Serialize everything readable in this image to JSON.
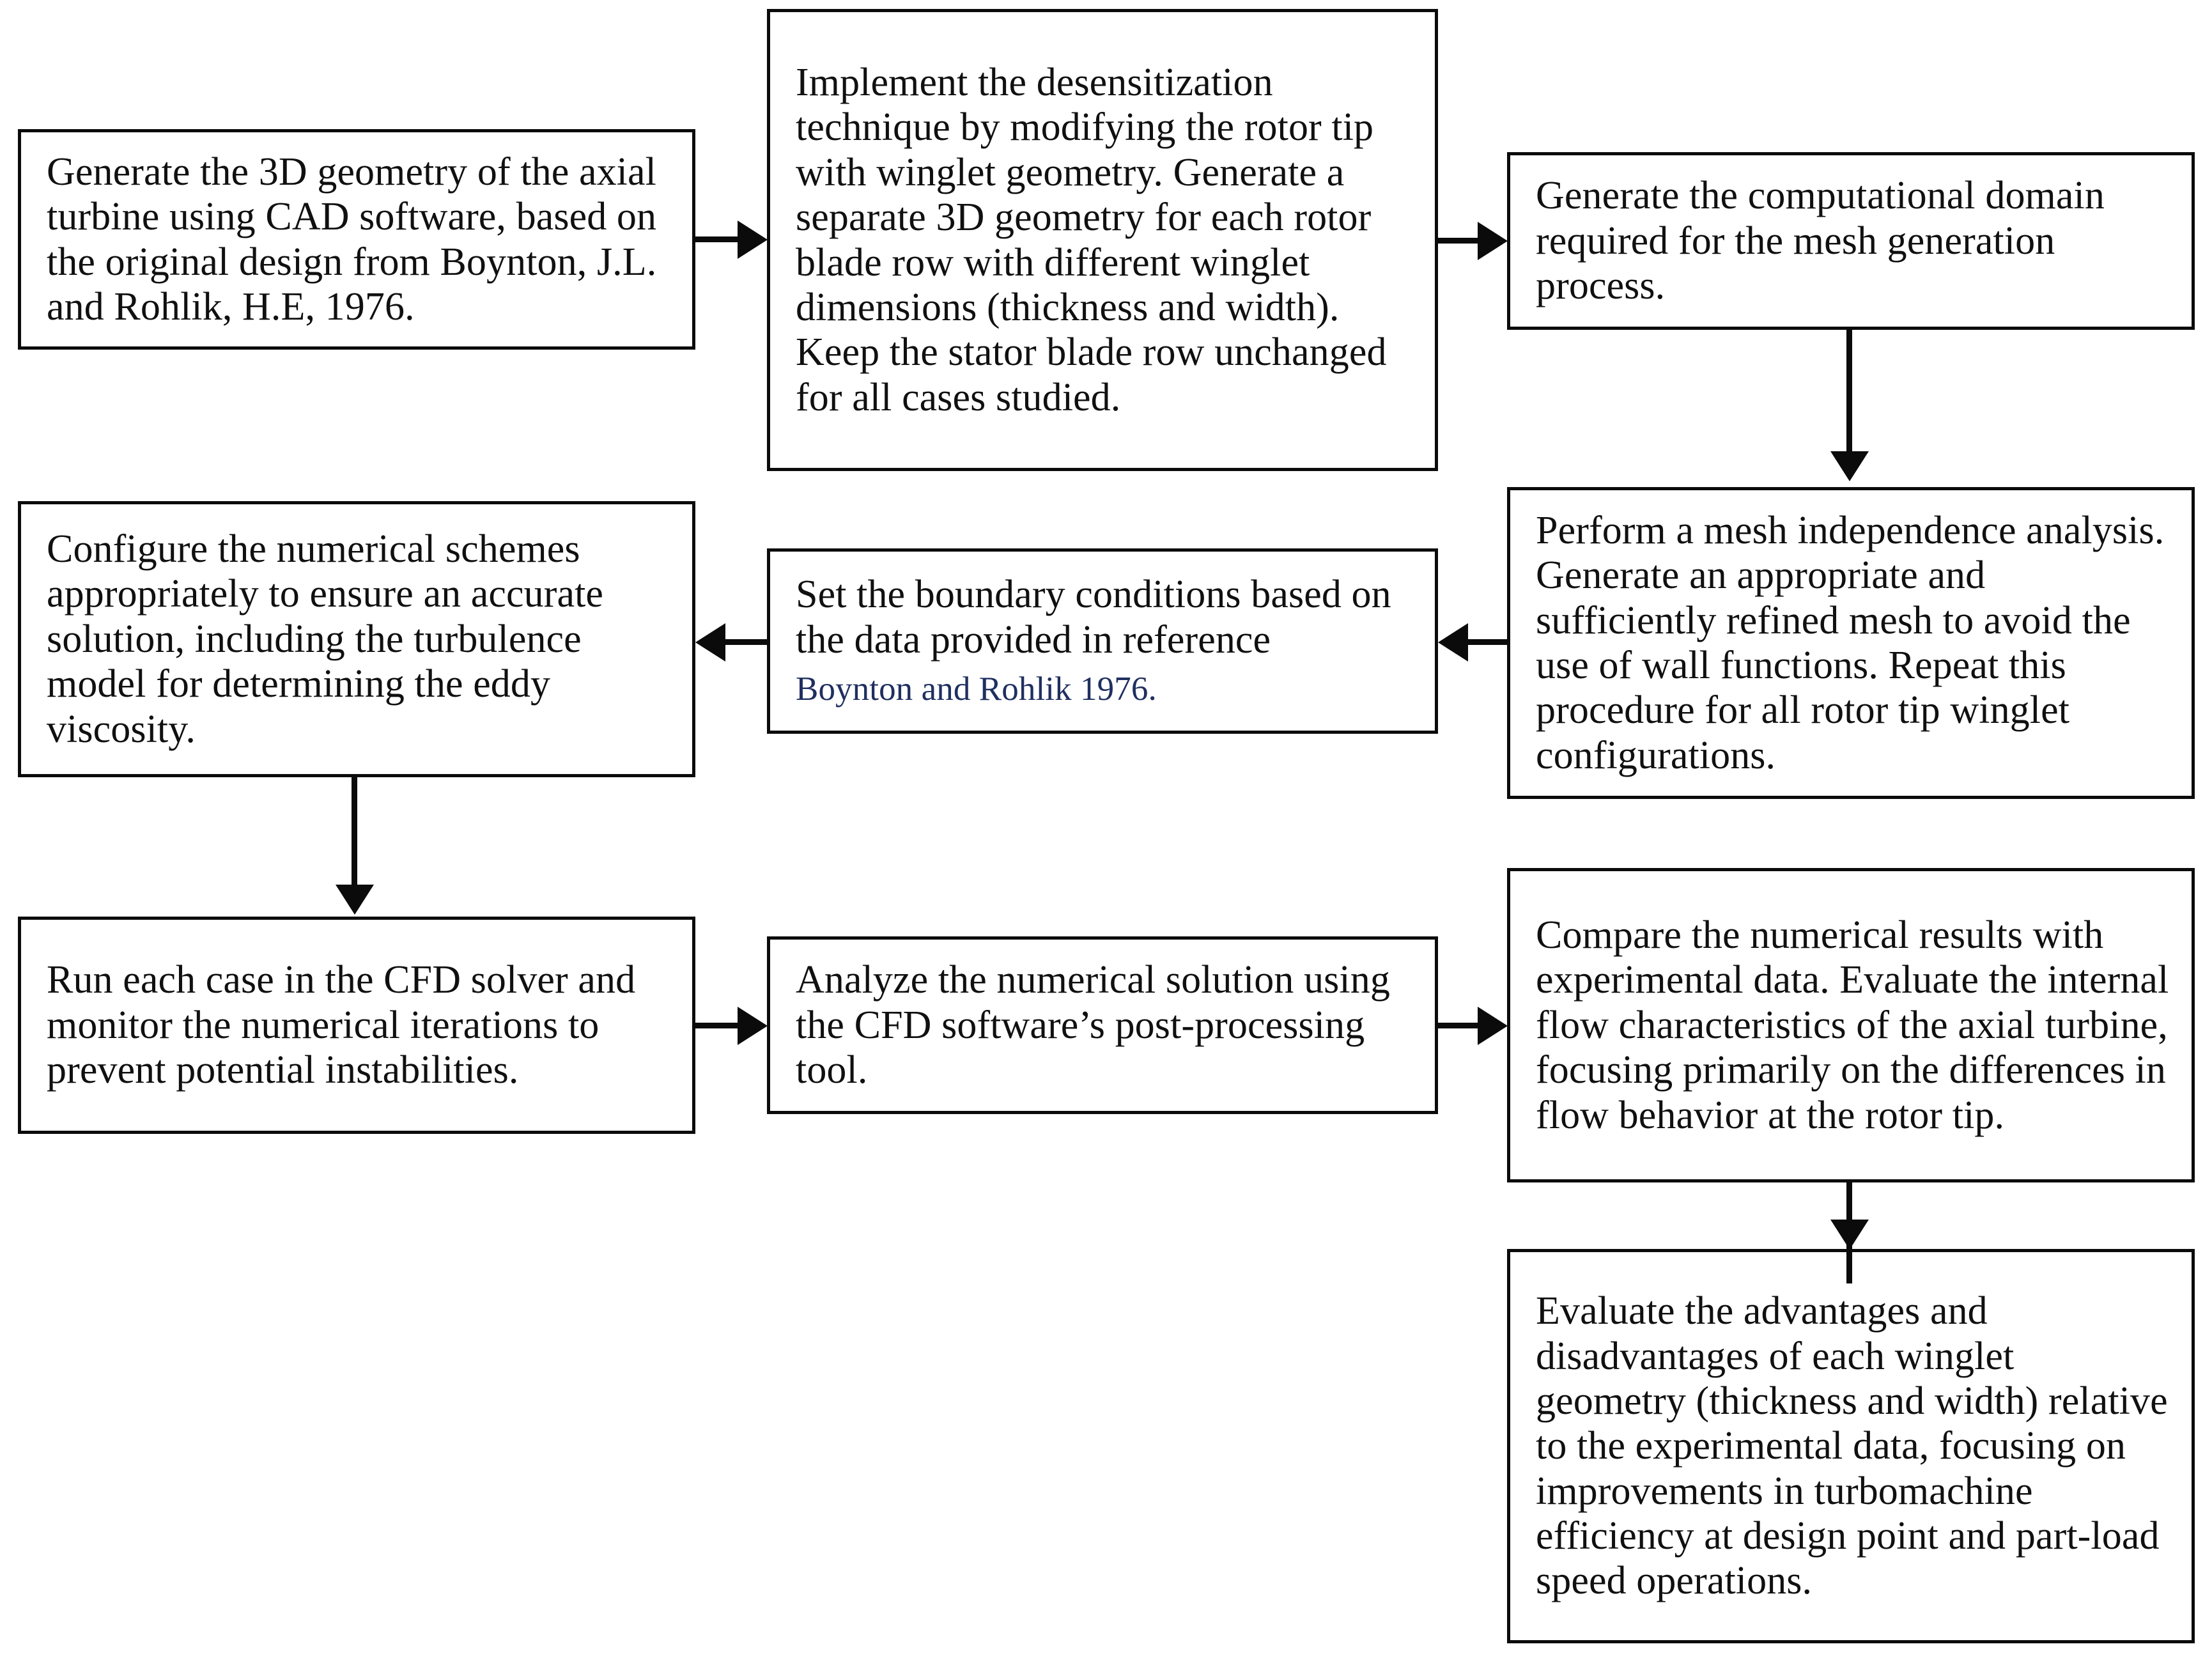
{
  "diagram": {
    "type": "flowchart",
    "title": "CFD methodology flowchart for axial turbine rotor tip winglet study",
    "colors": {
      "box_border": "#0b0b0b",
      "box_fill": "#ffffff",
      "text": "#101010",
      "reference_text": "#1f2f60",
      "connector": "#0b0b0b"
    },
    "nodes": [
      {
        "id": "geometry",
        "text": "Generate the 3D geometry of the axial turbine using CAD software, based on the original design from Boynton, J.L. and Rohlik, H.E, 1976."
      },
      {
        "id": "winglet",
        "text": "Implement the desensitization technique by modifying the rotor tip with winglet geometry. Generate a separate 3D geometry for each rotor blade row with different winglet dimensions (thickness and width). Keep the stator blade row unchanged for all cases studied."
      },
      {
        "id": "domain",
        "text": "Generate the computational domain required for the mesh generation process."
      },
      {
        "id": "mesh",
        "text": "Perform a mesh independence analysis. Generate an appropriate and sufficiently refined mesh to avoid the use of wall functions. Repeat this procedure for all rotor tip winglet configurations."
      },
      {
        "id": "boundary",
        "text": "Set the boundary conditions based on the data provided in reference",
        "reference": "Boynton and Rohlik 1976."
      },
      {
        "id": "schemes",
        "text": "Configure the numerical schemes appropriately to ensure an accurate solution, including the turbulence model for determining the eddy viscosity."
      },
      {
        "id": "solver",
        "text": "Run each case in the CFD solver and monitor the numerical iterations to prevent potential instabilities."
      },
      {
        "id": "postprocess",
        "text": "Analyze the numerical solution using the CFD software’s post-processing tool."
      },
      {
        "id": "compare",
        "text": "Compare the numerical results with experimental data. Evaluate the internal flow characteristics of the axial turbine, focusing primarily on the differences in flow behavior at the rotor tip."
      },
      {
        "id": "evaluate",
        "text": "Evaluate the advantages and disadvantages of each winglet geometry (thickness and width) relative to the experimental data, focusing on improvements in turbomachine efficiency at design point and part-load speed operations."
      }
    ],
    "edges": [
      {
        "from": "geometry",
        "to": "winglet",
        "direction": "right"
      },
      {
        "from": "winglet",
        "to": "domain",
        "direction": "right"
      },
      {
        "from": "domain",
        "to": "mesh",
        "direction": "down"
      },
      {
        "from": "mesh",
        "to": "boundary",
        "direction": "left"
      },
      {
        "from": "boundary",
        "to": "schemes",
        "direction": "left"
      },
      {
        "from": "schemes",
        "to": "solver",
        "direction": "down"
      },
      {
        "from": "solver",
        "to": "postprocess",
        "direction": "right"
      },
      {
        "from": "postprocess",
        "to": "compare",
        "direction": "right"
      },
      {
        "from": "compare",
        "to": "evaluate",
        "direction": "down"
      }
    ]
  }
}
